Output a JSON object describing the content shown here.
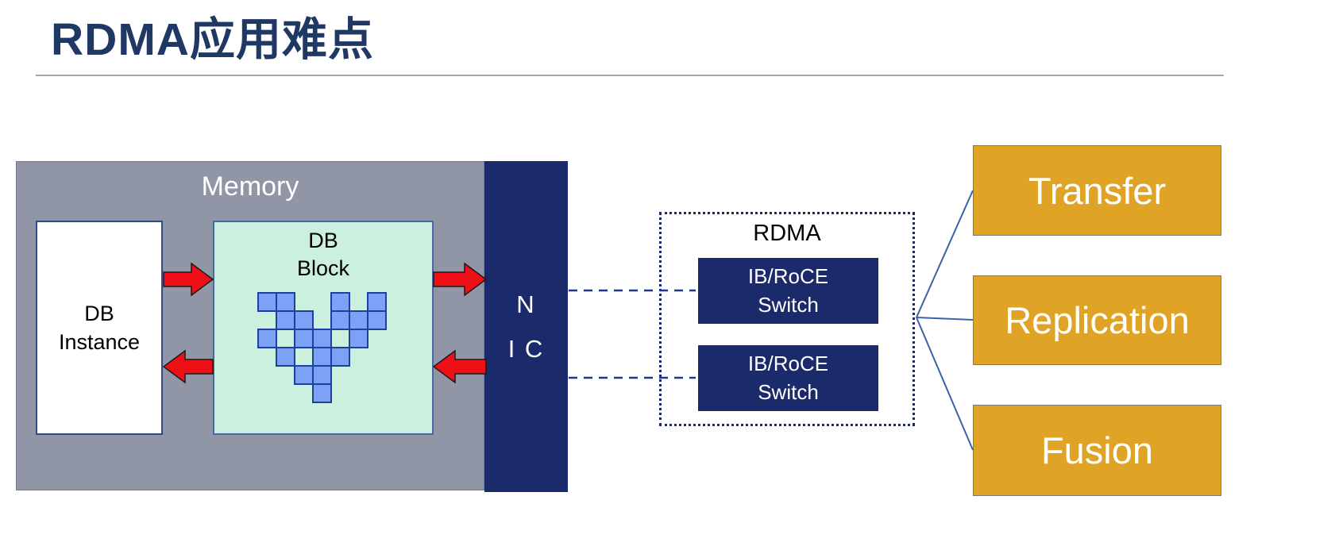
{
  "title": "RDMA应用难点",
  "colors": {
    "title": "#1F3864",
    "memory_fill": "#9096A6",
    "navy": "#1B2A6B",
    "mint_block": "#CBF1DE",
    "orange": "#DFA326",
    "arrow_red": "#EE1016",
    "square_fill": "#7DA1F4",
    "square_border": "#1D3FA0",
    "connector_blue": "#3A62A8"
  },
  "memory": {
    "label": "Memory",
    "db_instance": {
      "lines": [
        "DB",
        "Instance"
      ]
    },
    "db_block": {
      "lines": [
        "DB",
        "Block"
      ],
      "pattern": [
        [
          0,
          0
        ],
        [
          1,
          0
        ],
        [
          4,
          0
        ],
        [
          6,
          0
        ],
        [
          1,
          1
        ],
        [
          2,
          1
        ],
        [
          4,
          1
        ],
        [
          5,
          1
        ],
        [
          6,
          1
        ],
        [
          0,
          2
        ],
        [
          2,
          2
        ],
        [
          3,
          2
        ],
        [
          5,
          2
        ],
        [
          1,
          3
        ],
        [
          3,
          3
        ],
        [
          4,
          3
        ],
        [
          2,
          4
        ],
        [
          3,
          4
        ],
        [
          3,
          5
        ]
      ]
    }
  },
  "nic": {
    "lines": [
      "N",
      "I C"
    ]
  },
  "rdma": {
    "label": "RDMA",
    "switches": [
      {
        "lines": [
          "IB/RoCE",
          "Switch"
        ]
      },
      {
        "lines": [
          "IB/RoCE",
          "Switch"
        ]
      }
    ]
  },
  "outputs": [
    {
      "label": "Transfer"
    },
    {
      "label": "Replication"
    },
    {
      "label": "Fusion"
    }
  ]
}
